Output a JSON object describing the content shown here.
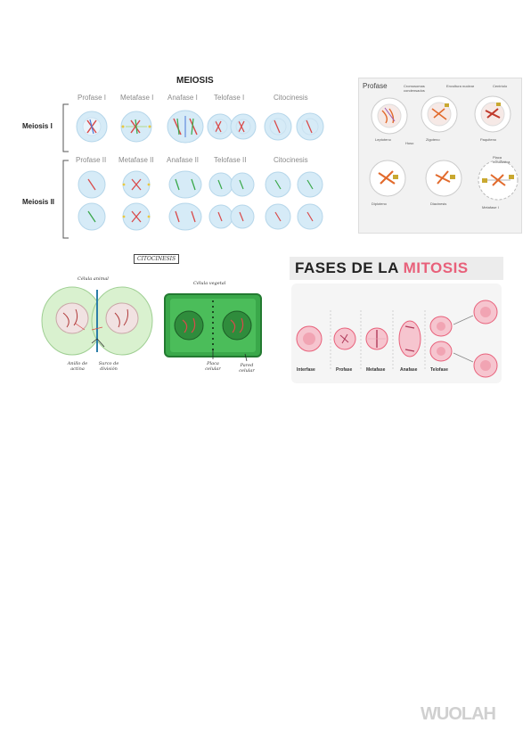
{
  "meiosis": {
    "title": "MEIOSIS",
    "row_label_1": "Meiosis I",
    "row_label_2": "Meiosis II",
    "phases_1": [
      "Profase I",
      "Metafase I",
      "Anafase I",
      "Telofase I",
      "Citocinesis"
    ],
    "phases_2": [
      "Profase II",
      "Metafase II",
      "Anafase II",
      "Telofase II",
      "Citocinesis"
    ]
  },
  "stages_panel": {
    "heading": "Profase",
    "annotations": [
      "Cromosomas condensados",
      "Envoltura nuclear",
      "Centríolo",
      "Huso",
      "Placa metafásica"
    ],
    "labels": [
      "Leptoteno",
      "Zigoteno",
      "Paquiteno",
      "Diploteno",
      "Diacinesis",
      "Metafase I"
    ]
  },
  "cytokinesis": {
    "title": "CITOCINESIS",
    "animal_label": "Célula animal",
    "plant_label": "Célula vegetal",
    "anillo": "Anillo de actina",
    "surco": "Surco de división",
    "placa": "Placa celular",
    "pared": "Pared celular"
  },
  "mitosis": {
    "title_part1": "FASES DE LA ",
    "title_part2": "MITOSIS",
    "phases": [
      "Interfase",
      "Profase",
      "Metafase",
      "Anafase",
      "Telofase"
    ]
  },
  "watermark": "WUOLAH",
  "colors": {
    "mitosis_pink": "#e8607a",
    "plant_green": "#3aa84a",
    "meiosis_cell": "#cfe7f5"
  }
}
